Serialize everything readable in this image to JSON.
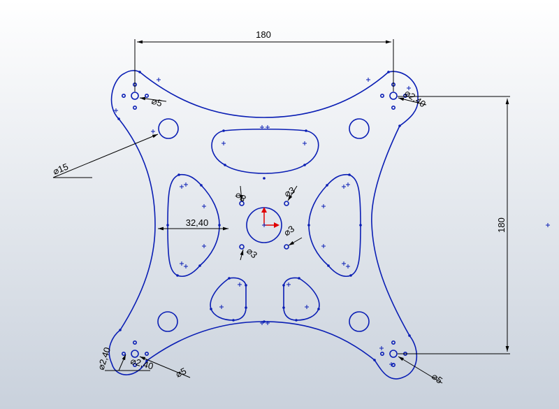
{
  "colors": {
    "background_top": "#ffffff",
    "background_bottom": "#c9d1dc",
    "sketch_line": "#0a1eb4",
    "dimension_line": "#000000",
    "origin_arrow": "#e00000"
  },
  "dimensions": {
    "overall_width": "180",
    "overall_height": "180",
    "center_slot_width": "32,40",
    "large_hole": "⌀15",
    "hole_top_left": "⌀5",
    "hole_top_right_small": "⌀2,40",
    "hole_bottom_left_small": "⌀2,40",
    "hole_bottom_left_small_2": "⌀2,40",
    "hole_bottom_left": "⌀5",
    "hole_bottom_right": "⌀5",
    "center_hole_upper_left": "⌀3",
    "center_hole_upper_right": "⌀3",
    "center_hole_lower_left": "⌀3",
    "center_hole_lower_right": "⌀3"
  }
}
